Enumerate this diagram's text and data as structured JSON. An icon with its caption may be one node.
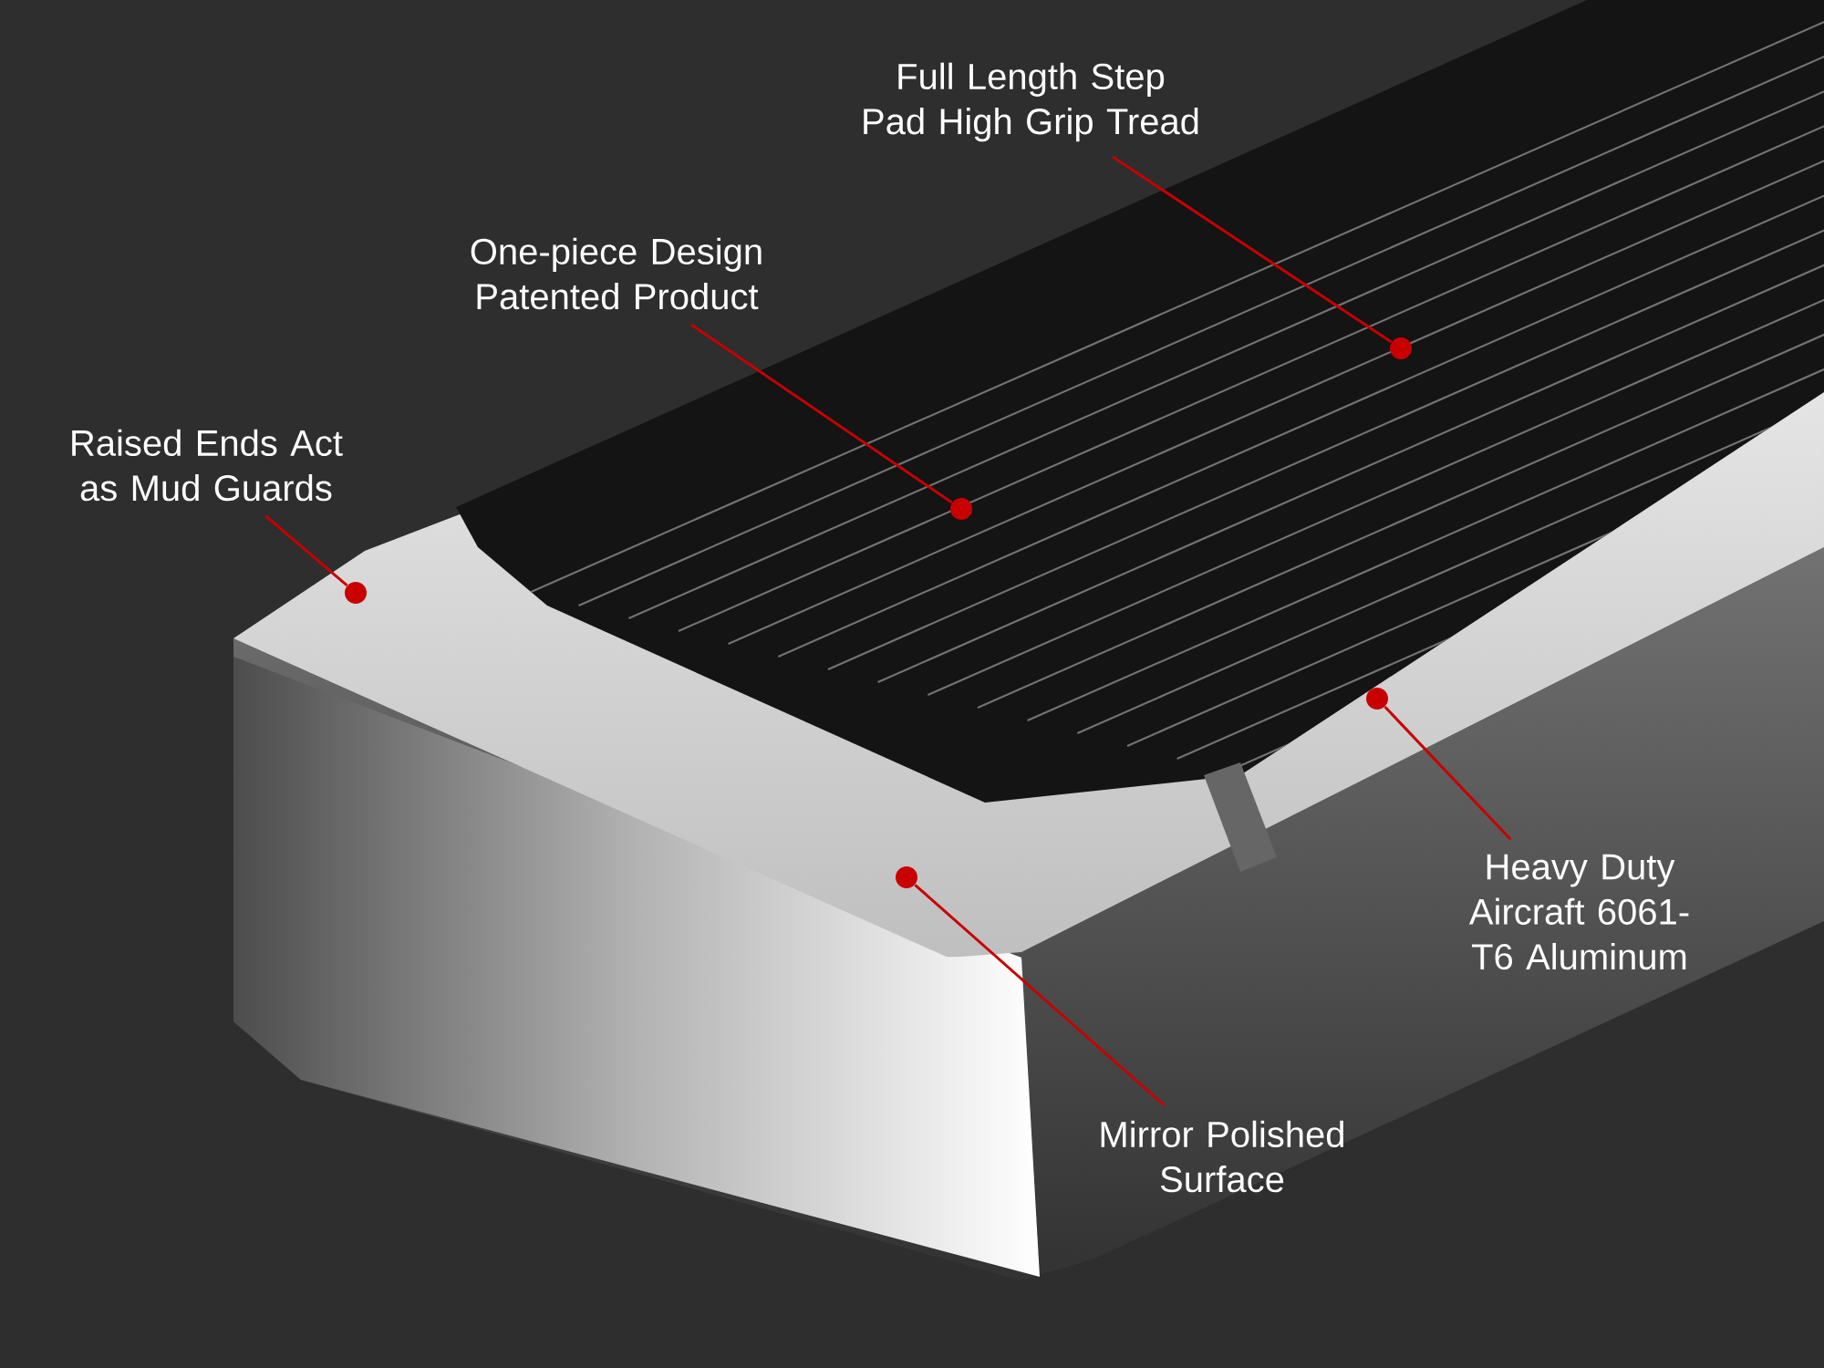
{
  "diagram": {
    "nodes": [
      {
        "text": [
          "Full Length Step Pad High Grip Tread"
        ]
      },
      {
        "text": [
          "One-piece Design Patented Product"
        ]
      },
      {
        "text": [
          "Raised Ends Act as Mud Guards"
        ]
      },
      {
        "text": [
          "Heavy Duty Aircraft 6061-T6 Aluminum"
        ]
      },
      {
        "text": [
          "Mirror Polished Surface"
        ]
      },
      {
        "text": [],
        "shape": "circle"
      },
      {
        "text": [],
        "shape": "circle"
      },
      {
        "text": [],
        "shape": "circle"
      },
      {
        "text": [],
        "shape": "circle"
      },
      {
        "text": [],
        "shape": "circle"
      }
    ],
    "edges": [
      {
        "from": 0,
        "to": 5,
        "arrow": "none"
      },
      {
        "from": 1,
        "to": 6,
        "arrow": "none"
      },
      {
        "from": 2,
        "to": 7,
        "arrow": "none"
      },
      {
        "from": 3,
        "to": 8,
        "arrow": "none"
      },
      {
        "from": 4,
        "to": 9,
        "arrow": "none"
      }
    ]
  }
}
